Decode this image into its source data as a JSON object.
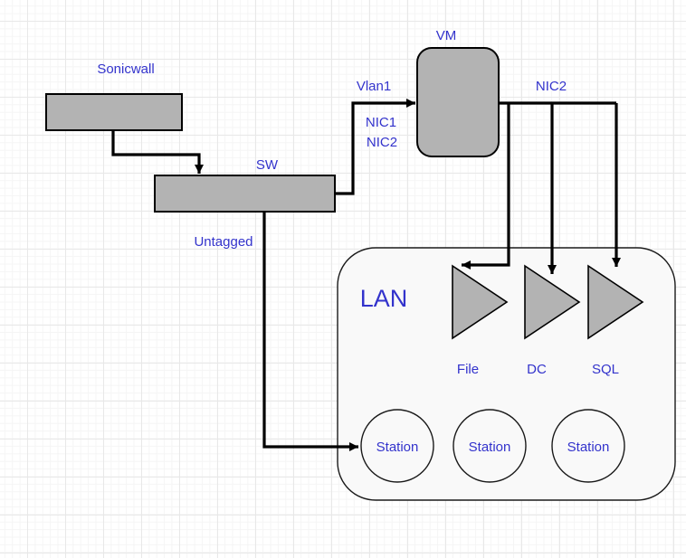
{
  "diagram": {
    "title_none": "",
    "nodes": {
      "sonicwall": {
        "label": "Sonicwall",
        "shape": "rectangle"
      },
      "sw": {
        "label": "SW",
        "shape": "rectangle"
      },
      "vm": {
        "label": "VM",
        "shape": "rounded-rectangle"
      },
      "lan": {
        "label": "LAN",
        "shape": "rounded-container"
      },
      "file_server": {
        "label": "File",
        "shape": "triangle-right"
      },
      "dc_server": {
        "label": "DC",
        "shape": "triangle-right"
      },
      "sql_server": {
        "label": "SQL",
        "shape": "triangle-right"
      },
      "station1": {
        "label": "Station",
        "shape": "circle"
      },
      "station2": {
        "label": "Station",
        "shape": "circle"
      },
      "station3": {
        "label": "Station",
        "shape": "circle"
      }
    },
    "edge_labels": {
      "vlan1": "Vlan1",
      "nic1": "NIC1",
      "nic2_left": "NIC2",
      "nic2_right": "NIC2",
      "untagged": "Untagged"
    },
    "colors": {
      "node_fill": "#b3b3b3",
      "node_stroke": "#000000",
      "container_fill": "#f9f9f9",
      "edge_color": "#000000",
      "label_color": "#3333cc",
      "canvas_bg": "#ffffff",
      "grid_minor": "#f5f5f5",
      "grid_major": "#e8e8e8"
    }
  }
}
